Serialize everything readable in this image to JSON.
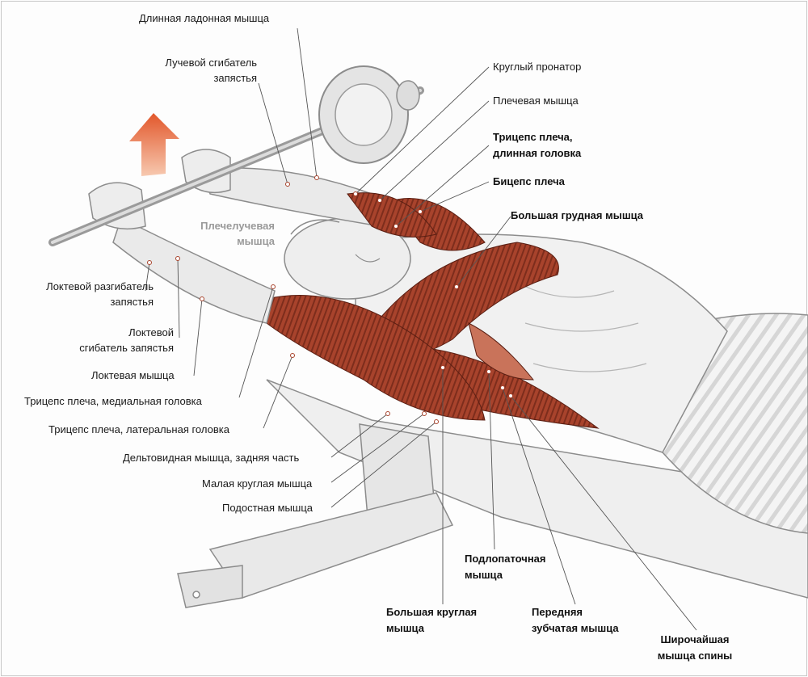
{
  "labels": {
    "palmaris_longus": "Длинная ладонная мышца",
    "flexor_carpi_radialis": "Лучевой сгибатель\nзапястья",
    "pronator_teres": "Круглый пронатор",
    "brachialis": "Плечевая мышца",
    "triceps_long_head": "Трицепс плеча,\nдлинная головка",
    "biceps": "Бицепс плеча",
    "pectoralis_major": "Большая грудная мышца",
    "brachioradialis": "Плечелучевая\nмышца",
    "extensor_carpi_ulnaris": "Локтевой разгибатель\nзапястья",
    "flexor_carpi_ulnaris": "Локтевой\nсгибатель запястья",
    "anconeus": "Локтевая мышца",
    "triceps_medial_head": "Трицепс плеча, медиальная головка",
    "triceps_lateral_head": "Трицепс плеча, латеральная головка",
    "deltoid_posterior": "Дельтовидная мышца, задняя часть",
    "teres_minor": "Малая круглая мышца",
    "infraspinatus": "Подостная мышца",
    "subscapularis": "Подлопаточная\nмышца",
    "teres_major": "Большая круглая\nмышца",
    "serratus_anterior": "Передняя\nзубчатая мышца",
    "latissimus_dorsi": "Широчайшая\nмышца спины"
  },
  "colors": {
    "muscle": "#a8432c",
    "muscle_light": "#d98a70",
    "arrow_top": "#e2572b",
    "arrow_bottom": "#f7c9b0",
    "sketch": "#8c8c8c",
    "leader": "#555555"
  },
  "icons": {
    "arrow": "upward-movement-arrow"
  }
}
